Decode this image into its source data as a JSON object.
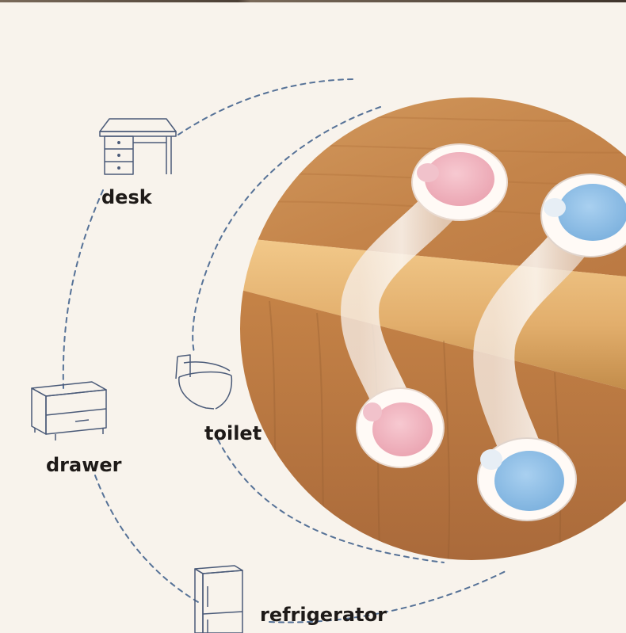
{
  "labels": {
    "desk": "desk",
    "toilet": "toilet",
    "drawer": "drawer",
    "refrigerator": "refrigerator"
  },
  "colors": {
    "background": "#f8f3ec",
    "dashed_line": "#3a5a88",
    "icon_line": "#4a5a78",
    "wood": "#c98a4e",
    "pink_button": "#f1b9c3",
    "blue_button": "#8fbfe6"
  },
  "icons": [
    "desk-icon",
    "toilet-icon",
    "drawer-icon",
    "refrigerator-icon"
  ]
}
